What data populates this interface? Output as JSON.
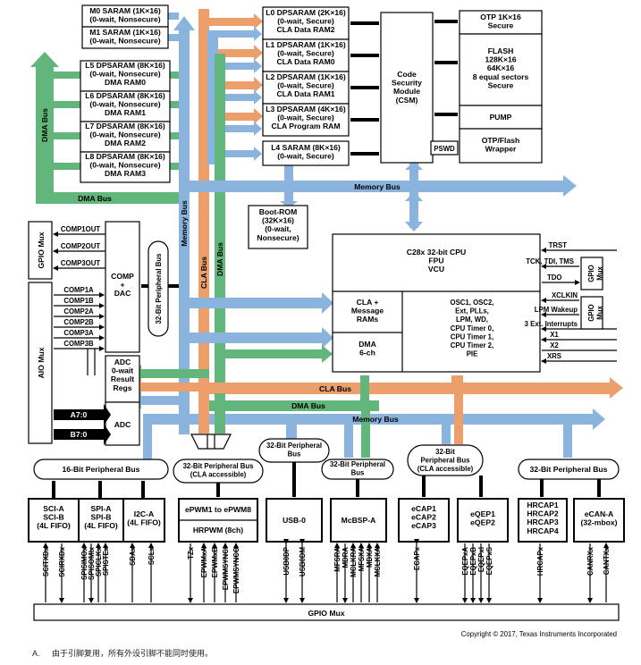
{
  "colors": {
    "memory_bus": "#8ab4dd",
    "cla_bus": "#ec9f6b",
    "dma_bus": "#62b67c"
  },
  "m_ram": [
    "M0 SARAM (1K×16)|(0-wait, Nonsecure)",
    "M1 SARAM (1K×16)|(0-wait, Nonsecure)"
  ],
  "ls_ram": [
    "L0 DPSARAM (2K×16)|(0-wait, Secure)|CLA Data RAM2",
    "L1 DPSARAM (1K×16)|(0-wait, Secure)|CLA Data RAM0",
    "L2 DPSARAM (1K×16)|(0-wait, Secure)|CLA Data RAM1",
    "L3 DPSARAM (4K×16)|(0-wait, Secure)|CLA Program RAM"
  ],
  "l4_ram": "L4 SARAM (8K×16)|(0-wait, Secure)",
  "dma_ram": [
    "L5 DPSARAM (8K×16)|(0-wait, Nonsecure)|DMA RAM0",
    "L6 DPSARAM (8K×16)|(0-wait, Nonsecure)|DMA RAM1",
    "L7 DPSARAM (8K×16)|(0-wait, Nonsecure)|DMA RAM2",
    "L8 DPSARAM (8K×16)|(0-wait, Nonsecure)|DMA RAM3"
  ],
  "csm": "Code|Security|Module|(CSM)",
  "otp": "OTP 1K×16|Secure",
  "flash": "FLASH|128K×16|64K×16|8 equal sectors|Secure",
  "pump": "PUMP",
  "otp_wrapper": "OTP/Flash|Wrapper",
  "pswd": "PSWD",
  "boot_rom": "Boot-ROM|(32K×16)|(0-wait,|Nonsecure)",
  "cpu": "C28x 32-bit CPU|FPU|VCU",
  "cla": "CLA +|Message|RAMs",
  "dma": "DMA|6-ch",
  "cpu_periph": "OSC1, OSC2,|Ext, PLLs,|LPM, WD,|CPU Timer 0,|CPU Timer 1,|CPU Timer 2,|PIE",
  "cpu_signals": [
    "TRST",
    "TCK, TDI, TMS",
    "TDO",
    "XCLKIN",
    "LPM Wakeup",
    "3 Ext. Interrupts",
    "X1",
    "X2",
    "XRS"
  ],
  "gpio_mux": "GPIO Mux",
  "gpio_mux_short": "GPIO|Mux",
  "aio_mux": "AIO Mux",
  "comp_out": [
    "COMP1OUT",
    "COMP2OUT",
    "COMP3OUT"
  ],
  "comp_in": [
    "COMP1A",
    "COMP1B",
    "COMP2A",
    "COMP2B",
    "COMP3A",
    "COMP3B"
  ],
  "comp_dac": "COMP|+|DAC",
  "adc_result": "ADC|0-wait|Result|Regs",
  "adc": "ADC",
  "adc_inputs": [
    "A7:0",
    "B7:0"
  ],
  "bus_labels": {
    "memory_bus": "Memory Bus",
    "dma_bus": "DMA Bus",
    "cla_bus": "CLA Bus",
    "periph32": "32-Bit Peripheral Bus",
    "periph16": "16-Bit Peripheral Bus",
    "periph32_cla": "32-Bit Peripheral Bus|(CLA accessible)",
    "periph32_short": "32-Bit Peripheral|Bus",
    "periph32_cla2": "32-Bit|Peripheral Bus|(CLA accessible)"
  },
  "periph": {
    "sci": "SCI-A|SCI-B|(4L FIFO)",
    "spi": "SPI-A|SPI-B|(4L FIFO)",
    "i2c": "I2C-A|(4L FIFO)",
    "epwm": "ePWM1 to ePWM8",
    "hrpwm": "HRPWM (8ch)",
    "usb": "USB-0",
    "mcbsp": "McBSP-A",
    "ecap": "eCAP1|eCAP2|eCAP3",
    "eqep": "eQEP1|eQEP2",
    "hrcap": "HRCAP1|HRCAP2|HRCAP3|HRCAP4",
    "ecan": "eCAN-A|(32-mbox)"
  },
  "pins": [
    "SCITXDx",
    "SCIRXDx",
    "SPISIMOx",
    "SPISOMIx",
    "SPICLKx",
    "SPISTEx",
    "SDAx",
    "SCLx",
    "TZx",
    "EPWMxA",
    "EPWMxB",
    "EPWMSYNCI",
    "EPWMSYNCO",
    "USB0DP",
    "USB0DM",
    "MFSRA",
    "MDRA",
    "MCLKRA",
    "MFSXA",
    "MDXA",
    "MCLKXA",
    "ECAPx",
    "EQEPxA",
    "EQEPxB",
    "EQEPxI",
    "EQEPxS",
    "HRCAPx",
    "CANRXx",
    "CANTXx"
  ],
  "copyright": "Copyright © 2017, Texas Instruments Incorporated",
  "footnote_marker": "A.",
  "footnote": "由于引脚复用，所有外设引脚不能同时使用。"
}
